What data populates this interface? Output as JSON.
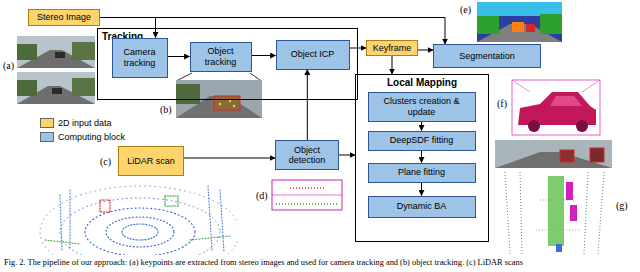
{
  "diagram": {
    "caption": "Fig. 2. The pipeline of our approach: (a) keypoints are extracted from stereo images and used for camera tracking and (b) object tracking. (c) LiDAR scans",
    "nodes": [
      {
        "text": [
          "Stereo Image"
        ]
      },
      {
        "text": [
          "Tracking"
        ]
      },
      {
        "text": [
          "Camera tracking"
        ],
        "in": 1
      },
      {
        "text": [
          "Object tracking"
        ],
        "in": 1
      },
      {
        "text": [
          "Object ICP"
        ],
        "in": 1
      },
      {
        "text": [
          "Keyframe"
        ]
      },
      {
        "text": [
          "Segmentation"
        ]
      },
      {
        "text": [
          "LiDAR scan"
        ]
      },
      {
        "text": [
          "Object detection"
        ]
      },
      {
        "text": [
          "Local Mapping"
        ]
      },
      {
        "text": [
          "Clusters creation & update"
        ],
        "in": 9
      },
      {
        "text": [
          "DeepSDF fitting"
        ],
        "in": 9
      },
      {
        "text": [
          "Plane fitting"
        ],
        "in": 9
      },
      {
        "text": [
          "Dynamic BA"
        ],
        "in": 9
      }
    ],
    "edges": [
      {
        "from": 0,
        "to": 2,
        "arrow": "to"
      },
      {
        "from": 0,
        "to": 6,
        "arrow": "to"
      },
      {
        "from": 2,
        "to": 3,
        "arrow": "to"
      },
      {
        "from": 3,
        "to": 4,
        "arrow": "to"
      },
      {
        "from": 4,
        "to": 5,
        "arrow": "to"
      },
      {
        "from": 5,
        "to": 6,
        "arrow": "to"
      },
      {
        "from": 5,
        "to": 9,
        "arrow": "to"
      },
      {
        "from": 7,
        "to": 8,
        "arrow": "to"
      },
      {
        "from": 8,
        "to": 4,
        "arrow": "to"
      },
      {
        "from": 8,
        "to": 9,
        "arrow": "to"
      },
      {
        "from": 10,
        "to": 11,
        "arrow": "to"
      },
      {
        "from": 11,
        "to": 12,
        "arrow": "to"
      },
      {
        "from": 12,
        "to": 13,
        "arrow": "to"
      }
    ],
    "labels": [
      "(a)",
      "(b)",
      "(c)",
      "(d)",
      "(e)",
      "(f)",
      "(g)"
    ],
    "legend": [
      {
        "text": "2D input data",
        "color": "#fed46f"
      },
      {
        "text": "Computing block",
        "color": "#9dc3e6"
      }
    ]
  }
}
